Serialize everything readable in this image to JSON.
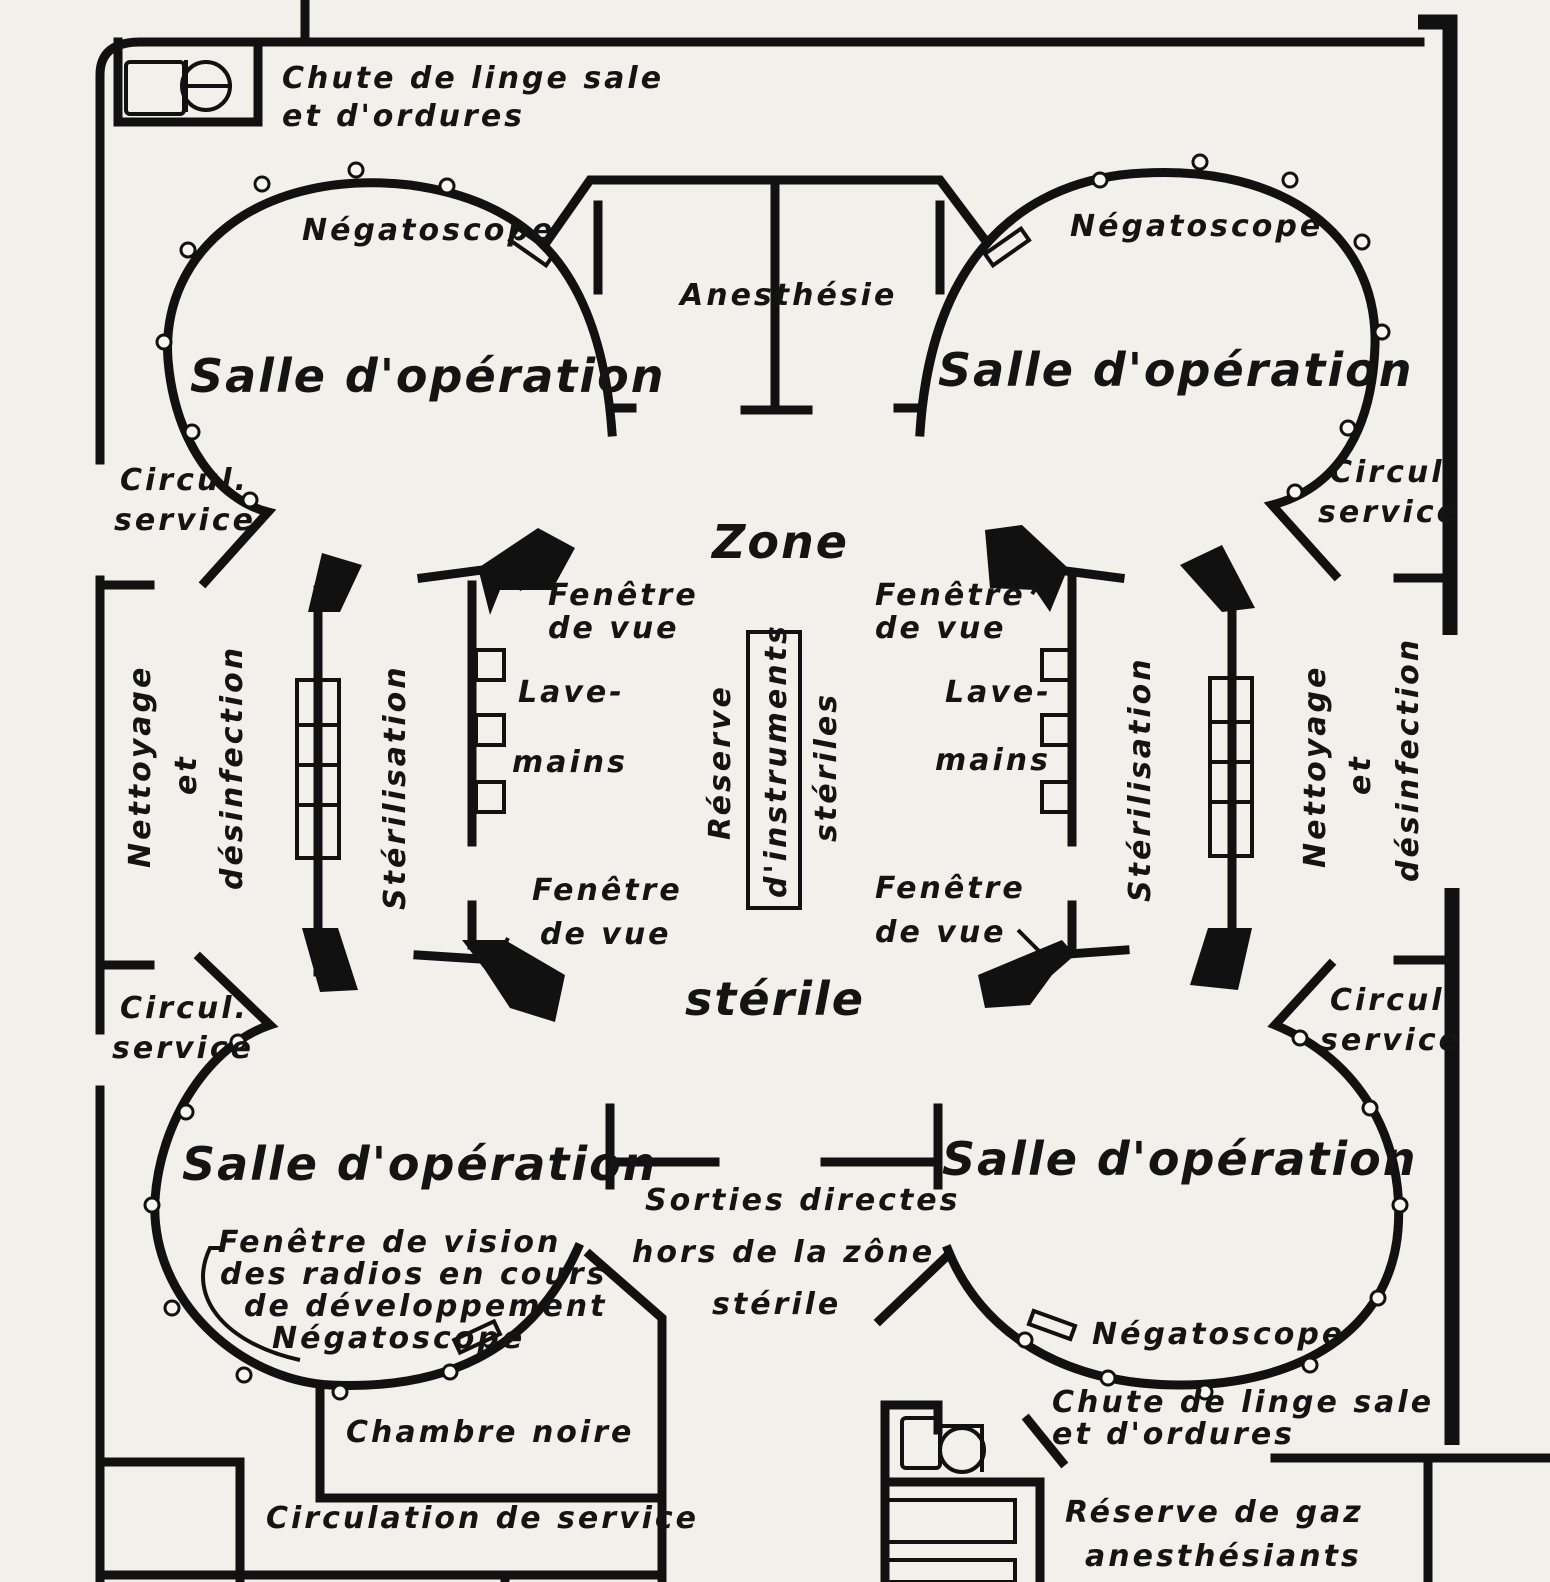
{
  "labels": {
    "chute_top": [
      "Chute de linge sale",
      "et d'ordures"
    ],
    "negatoscope_tl": "Négatoscope",
    "negatoscope_tr": "Négatoscope",
    "anesthesie": "Anesthésie",
    "salle_tl": "Salle d'opération",
    "salle_tr": "Salle d'opération",
    "salle_bl": "Salle d'opération",
    "salle_br": "Salle d'opération",
    "circul_tl": [
      "Circul.",
      "service"
    ],
    "circul_tr": [
      "Circul.",
      "service"
    ],
    "circul_bl": [
      "Circul.",
      "service"
    ],
    "circul_br": [
      "Circul.",
      "service"
    ],
    "zone": "Zone",
    "sterile": "stérile",
    "fenetre_tl": [
      "Fenêtre",
      "de vue"
    ],
    "fenetre_tr": [
      "Fenêtre",
      "de vue"
    ],
    "fenetre_bl": [
      "Fenêtre",
      "de vue"
    ],
    "fenetre_br": [
      "Fenêtre",
      "de vue"
    ],
    "lave_mains_l": [
      "Lave-",
      "mains"
    ],
    "lave_mains_r": [
      "Lave-",
      "mains"
    ],
    "nettoyage_l": [
      "Nettoyage",
      "et",
      "désinfection"
    ],
    "nettoyage_r": [
      "Nettoyage",
      "et",
      "désinfection"
    ],
    "sterilisation_l": "Stérilisation",
    "sterilisation_r": "Stérilisation",
    "reserve_instruments": [
      "Réserve",
      "d'instruments",
      "stériles"
    ],
    "sorties": [
      "Sorties directes",
      "hors de la zône",
      "stérile"
    ],
    "fenetre_vision": [
      "Fenêtre de vision",
      "des radios en cours",
      "de développement",
      "Négatoscope"
    ],
    "negatoscope_br": "Négatoscope",
    "chute_bottom": [
      "Chute de linge sale",
      "et d'ordures"
    ],
    "chambre_noire": "Chambre noire",
    "circulation_service": "Circulation de service",
    "reserve_gaz": [
      "Réserve de gaz",
      "anesthésiants"
    ]
  }
}
